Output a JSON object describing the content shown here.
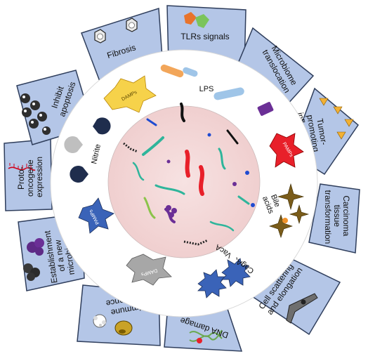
{
  "colors": {
    "panel_fill": "#b4c6e7",
    "panel_stroke": "#2f3e5c",
    "core_fill": "#f3d6d6",
    "damps_fill": "#f6d24a",
    "pamps_red": "#e8202a",
    "pamps_blue": "#3a63b8",
    "damps_gray": "#9a9a9a"
  },
  "panels": {
    "fibrosis": "Fibrosis",
    "tlrs": "TLRs signals",
    "microbiome": [
      "Microbiome",
      "translocation"
    ],
    "tumor": [
      "Tumor-",
      "promoting",
      "inflammation"
    ],
    "carcinoma": [
      "Carcinoma",
      "tissue",
      "transformation"
    ],
    "cell_scatter": [
      "Cell scattering",
      "and elongation"
    ],
    "dna": "DNA damage",
    "immune": [
      "Immune",
      "tolerance"
    ],
    "establish": [
      "Establishment",
      "of a new",
      "microbiome"
    ],
    "proto": [
      "Proto-",
      "oncogene",
      "expression"
    ],
    "inhibit": [
      "Inhibit",
      "apoptosis"
    ]
  },
  "ring_labels": {
    "lps": "LPS",
    "nitrite": "Nitrite",
    "bile": [
      "Bile",
      "acids"
    ],
    "caga": "CagA、VacA"
  },
  "badges": {
    "damps_top": "DAMPs",
    "pamps_right": "PAMPs",
    "pamps_left": "PAMPs",
    "damps_bottom": "DAMPs"
  },
  "icons": {
    "fibrosis": "fibrosis-cell-icon",
    "tlrs": "tlr-receptor-icon",
    "tumor": "triangle-cluster-icon",
    "carcinoma": "",
    "cell_scatter": "elongated-cell-icon",
    "dna": "dna-helix-icon",
    "immune": "immune-cell-icon",
    "establish": "microbiome-cluster-icon",
    "proto": "rna-strand-icon",
    "inhibit": "apoptotic-cell-cluster-icon",
    "bile": "bile-acid-star-icon",
    "caga": "spiky-toxin-icon",
    "nitrite": "nitrite-pacman-icon",
    "lps": "lps-capsule-icon"
  }
}
